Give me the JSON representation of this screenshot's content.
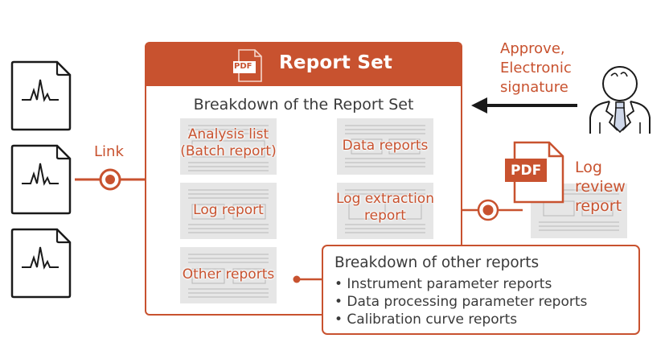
{
  "report_set": {
    "title": "Report Set",
    "pdf_badge": "PDF",
    "breakdown_title": "Breakdown of the Report Set",
    "cards": [
      {
        "id": "analysis-list",
        "line1": "Analysis list",
        "line2": "(Batch report)"
      },
      {
        "id": "data-reports",
        "line1": "Data reports",
        "line2": ""
      },
      {
        "id": "log-report",
        "line1": "Log report",
        "line2": ""
      },
      {
        "id": "log-extraction-report",
        "line1": "Log extraction",
        "line2": "report"
      },
      {
        "id": "other-reports",
        "line1": "Other reports",
        "line2": ""
      }
    ]
  },
  "link_label": "Link",
  "approve": {
    "line1": "Approve,",
    "line2": "Electronic",
    "line3": "signature"
  },
  "log_review": {
    "pdf_badge": "PDF",
    "line1": "Log",
    "line2": "review",
    "line3": "report"
  },
  "other_breakdown": {
    "title": "Breakdown of other reports",
    "items": [
      "• Instrument parameter reports",
      "• Data processing parameter reports",
      "• Calibration curve reports"
    ]
  },
  "colors": {
    "accent": "#c8522f",
    "text": "#3a3a3a",
    "card_bg": "#e6e6e6",
    "tie": "#cfd8ea"
  }
}
